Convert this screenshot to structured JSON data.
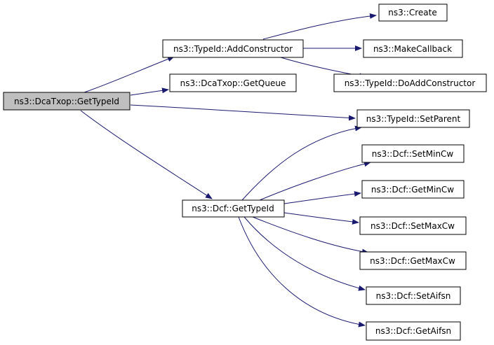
{
  "colors": {
    "edge": "#191970",
    "node_border": "#000000",
    "node_fill": "#ffffff",
    "root_fill": "#bfbfbf",
    "text": "#000000"
  },
  "nodes": {
    "root": "ns3::DcaTxop::GetTypeId",
    "add_constructor": "ns3::TypeId::AddConstructor",
    "get_queue": "ns3::DcaTxop::GetQueue",
    "dcf_get_type_id": "ns3::Dcf::GetTypeId",
    "create": "ns3::Create",
    "make_callback": "ns3::MakeCallback",
    "do_add_constructor": "ns3::TypeId::DoAddConstructor",
    "set_parent": "ns3::TypeId::SetParent",
    "set_min_cw": "ns3::Dcf::SetMinCw",
    "get_min_cw": "ns3::Dcf::GetMinCw",
    "set_max_cw": "ns3::Dcf::SetMaxCw",
    "get_max_cw": "ns3::Dcf::GetMaxCw",
    "set_aifsn": "ns3::Dcf::SetAifsn",
    "get_aifsn": "ns3::Dcf::GetAifsn"
  },
  "edges": [
    {
      "from": "root",
      "to": "add_constructor"
    },
    {
      "from": "root",
      "to": "get_queue"
    },
    {
      "from": "root",
      "to": "set_parent"
    },
    {
      "from": "root",
      "to": "dcf_get_type_id"
    },
    {
      "from": "add_constructor",
      "to": "create"
    },
    {
      "from": "add_constructor",
      "to": "make_callback"
    },
    {
      "from": "add_constructor",
      "to": "do_add_constructor"
    },
    {
      "from": "dcf_get_type_id",
      "to": "set_parent"
    },
    {
      "from": "dcf_get_type_id",
      "to": "set_min_cw"
    },
    {
      "from": "dcf_get_type_id",
      "to": "get_min_cw"
    },
    {
      "from": "dcf_get_type_id",
      "to": "set_max_cw"
    },
    {
      "from": "dcf_get_type_id",
      "to": "get_max_cw"
    },
    {
      "from": "dcf_get_type_id",
      "to": "set_aifsn"
    },
    {
      "from": "dcf_get_type_id",
      "to": "get_aifsn"
    }
  ]
}
